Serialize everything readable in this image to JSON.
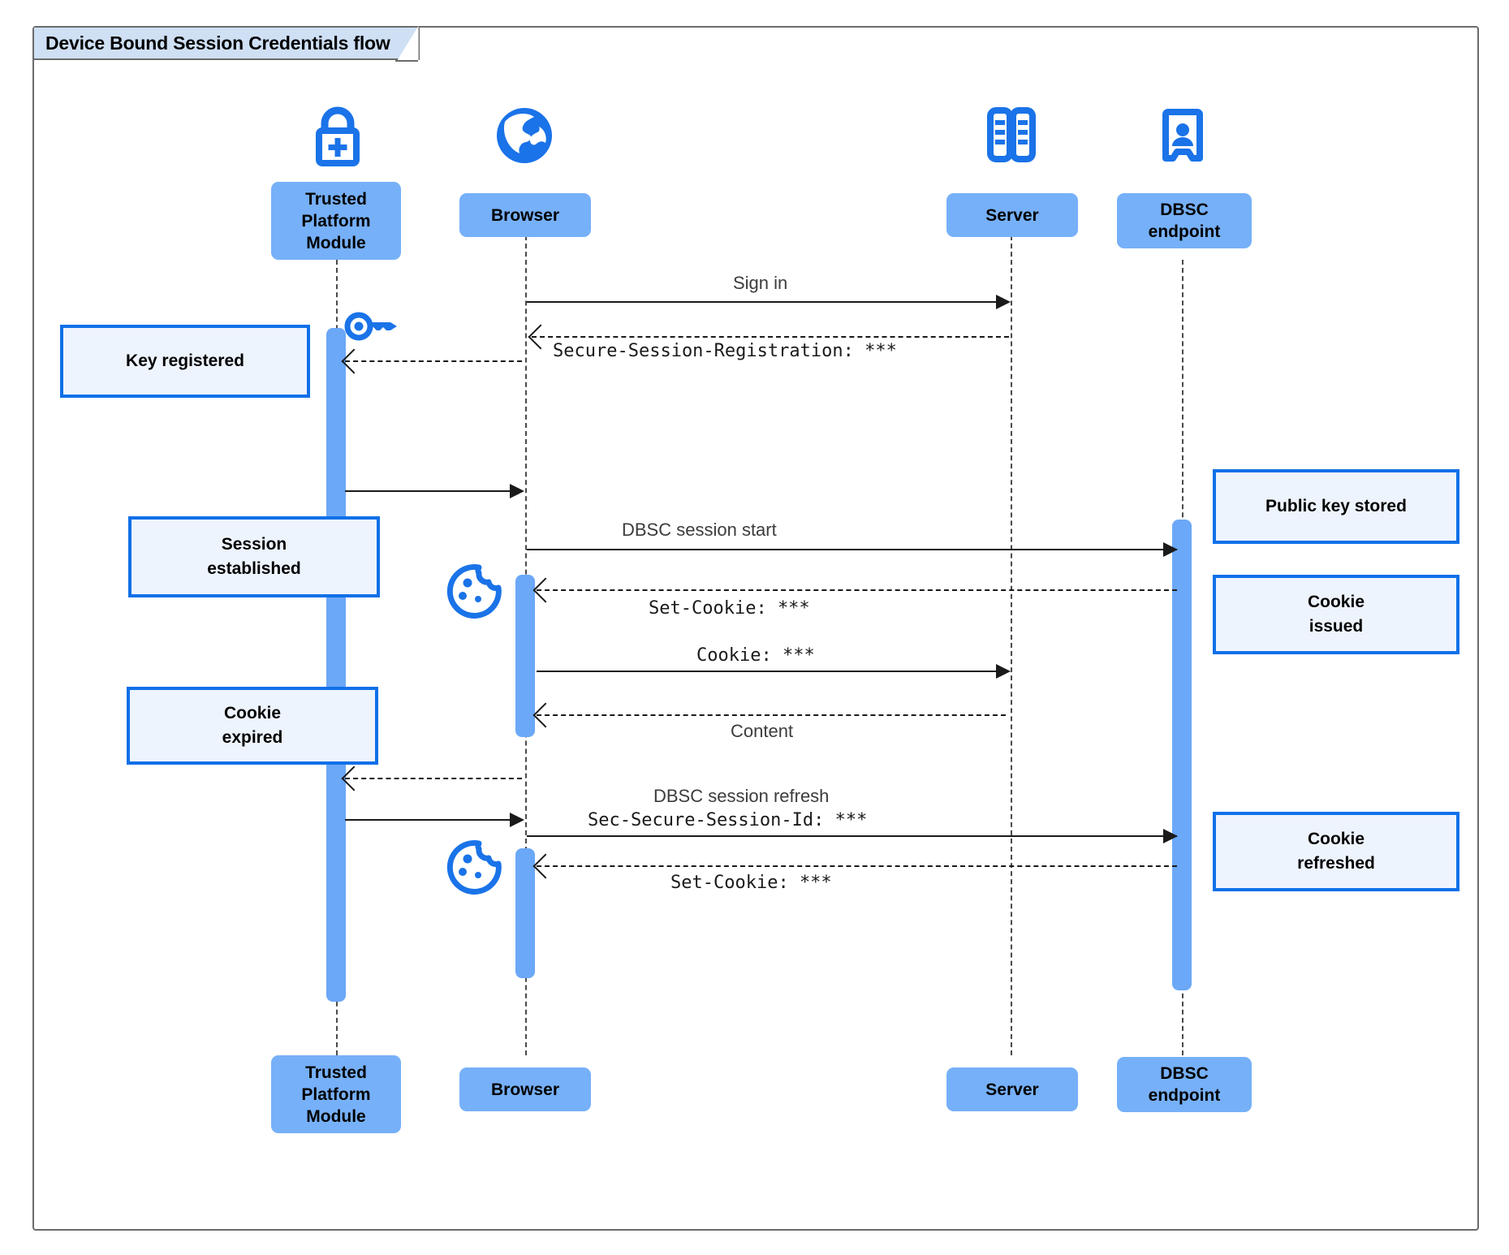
{
  "diagram": {
    "type": "sequence-diagram",
    "title": "Device Bound Session Credentials flow",
    "background": "#ffffff",
    "accent_color": "#1070e8",
    "actor_fill": "#76b0f8",
    "note_fill": "#eef4fe",
    "activation_fill": "#6ba8f7",
    "title_fill": "#cfe0f5"
  },
  "participants": [
    {
      "id": "tpm",
      "label": "Trusted\nPlatform\nModule",
      "line1": "Trusted",
      "line2": "Platform",
      "line3": "Module",
      "icon": "lock-plus-icon"
    },
    {
      "id": "browser",
      "label": "Browser",
      "line1": "Browser",
      "icon": "globe-icon"
    },
    {
      "id": "server",
      "label": "Server",
      "line1": "Server",
      "icon": "server-rack-icon"
    },
    {
      "id": "dbsc",
      "label": "DBSC\nendpoint",
      "line1": "DBSC",
      "line2": "endpoint",
      "icon": "id-badge-icon"
    }
  ],
  "messages": [
    {
      "id": "m1",
      "from": "browser",
      "to": "server",
      "label": "Sign in",
      "style": "solid",
      "font": "sans"
    },
    {
      "id": "m2",
      "from": "server",
      "to": "browser",
      "label": "Secure-Session-Registration: ***",
      "style": "dashed",
      "font": "mono"
    },
    {
      "id": "m3",
      "from": "tpm",
      "to": "browser",
      "label": "",
      "style": "solid",
      "font": "sans"
    },
    {
      "id": "m4",
      "from": "browser",
      "to": "dbsc",
      "label": "DBSC session start",
      "style": "solid",
      "font": "sans"
    },
    {
      "id": "m5",
      "from": "dbsc",
      "to": "browser",
      "label": "Set-Cookie: ***",
      "style": "dashed",
      "font": "mono"
    },
    {
      "id": "m6",
      "from": "browser",
      "to": "server",
      "label": "Cookie: ***",
      "style": "solid",
      "font": "mono"
    },
    {
      "id": "m7",
      "from": "server",
      "to": "browser",
      "label": "Content",
      "style": "dashed",
      "font": "sans"
    },
    {
      "id": "m8",
      "from": "browser",
      "to": "tpm",
      "label": "",
      "style": "dashed",
      "font": "sans"
    },
    {
      "id": "m9",
      "from": "tpm",
      "to": "browser",
      "label": "",
      "style": "solid",
      "font": "sans"
    },
    {
      "id": "m10",
      "from": "browser",
      "to": "dbsc",
      "label": "DBSC session refresh",
      "sublabel": "Sec-Secure-Session-Id: ***",
      "style": "solid",
      "font": "sans"
    },
    {
      "id": "m11",
      "from": "dbsc",
      "to": "browser",
      "label": "Set-Cookie: ***",
      "style": "dashed",
      "font": "mono"
    }
  ],
  "notes": [
    {
      "id": "n1",
      "side": "left",
      "line1": "Key registered",
      "line2": ""
    },
    {
      "id": "n2",
      "side": "left",
      "line1": "Session",
      "line2": "established"
    },
    {
      "id": "n3",
      "side": "left",
      "line1": "Cookie",
      "line2": "expired"
    },
    {
      "id": "n4",
      "side": "right",
      "line1": "Public key stored",
      "line2": ""
    },
    {
      "id": "n5",
      "side": "right",
      "line1": "Cookie",
      "line2": "issued"
    },
    {
      "id": "n6",
      "side": "right",
      "line1": "Cookie",
      "line2": "refreshed"
    }
  ],
  "inline_icons": [
    {
      "id": "key1",
      "name": "key-icon",
      "near": "tpm-lifeline"
    },
    {
      "id": "cookie1",
      "name": "cookie-icon",
      "near": "browser-lifeline"
    },
    {
      "id": "cookie2",
      "name": "cookie-icon",
      "near": "browser-lifeline"
    }
  ]
}
